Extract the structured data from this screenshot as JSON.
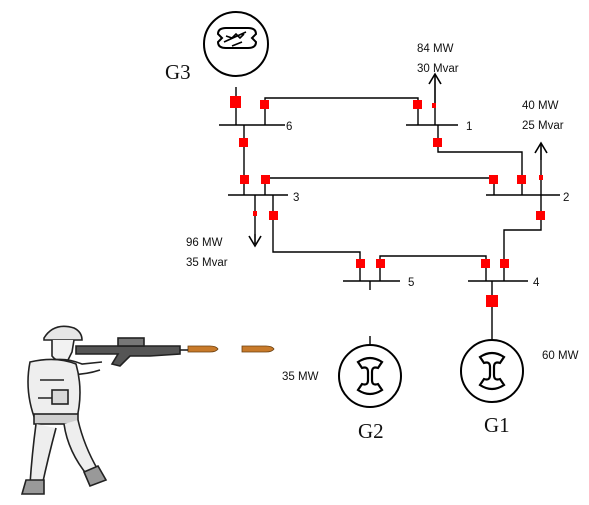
{
  "generators": {
    "g1": {
      "name": "G1",
      "output": "60 MW"
    },
    "g2": {
      "name": "G2",
      "output": "35 MW"
    },
    "g3": {
      "name": "G3"
    }
  },
  "buses": {
    "b1": "1",
    "b2": "2",
    "b3": "3",
    "b4": "4",
    "b5": "5",
    "b6": "6"
  },
  "loads": {
    "load1": {
      "p": "84 MW",
      "q": "30 Mvar"
    },
    "load2": {
      "p": "40 MW",
      "q": "25 Mvar"
    },
    "load3": {
      "p": "96 MW",
      "q": "35 Mvar"
    }
  },
  "colors": {
    "breaker": "#ff0000",
    "line": "#000000",
    "bullet": "#c87a2a"
  },
  "icons": [
    "generator-symbol",
    "soldier-figure",
    "bullet"
  ]
}
